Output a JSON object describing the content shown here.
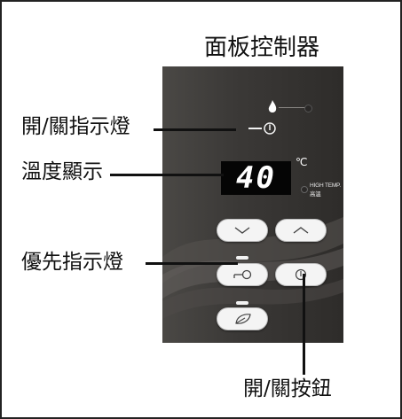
{
  "title": "面板控制器",
  "labels": {
    "power_indicator": "開/關指示燈",
    "temp_display": "溫度顯示",
    "priority_indicator": "優先指示燈",
    "power_button": "開/關按鈕"
  },
  "panel": {
    "temperature": "40",
    "unit": "℃",
    "high_temp_label": "HIGH TEMP. 高溫"
  },
  "colors": {
    "panel": "#3b3937",
    "display": "#050505",
    "button": "#f4f4f4",
    "lines": "#111111"
  },
  "icons": [
    "flame-icon",
    "power-icon",
    "down-arrow-icon",
    "up-arrow-icon",
    "key-icon",
    "power-icon",
    "leaf-icon"
  ]
}
